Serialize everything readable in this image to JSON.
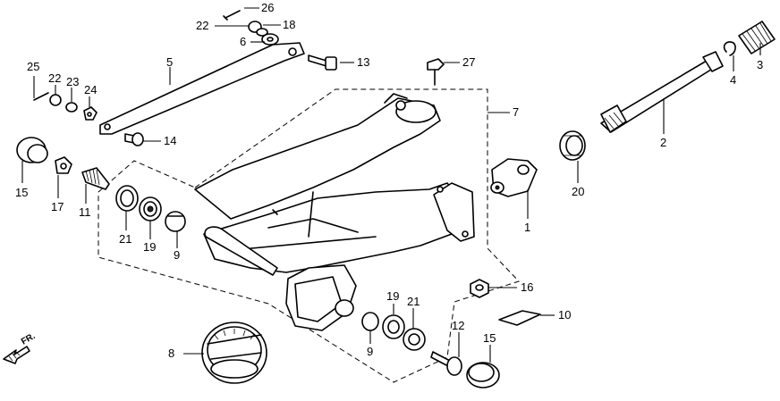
{
  "diagram": {
    "direction_label": "FR.",
    "callouts": {
      "c1": "1",
      "c2": "2",
      "c3": "3",
      "c4": "4",
      "c5": "5",
      "c6": "6",
      "c7": "7",
      "c8": "8",
      "c9a": "9",
      "c9b": "9",
      "c10": "10",
      "c11": "11",
      "c12": "12",
      "c13": "13",
      "c14": "14",
      "c15a": "15",
      "c15b": "15",
      "c16": "16",
      "c17": "17",
      "c18": "18",
      "c19a": "19",
      "c19b": "19",
      "c20": "20",
      "c21a": "21",
      "c21b": "21",
      "c22a": "22",
      "c22b": "22",
      "c23": "23",
      "c24": "24",
      "c25": "25",
      "c26": "26",
      "c27": "27"
    }
  }
}
